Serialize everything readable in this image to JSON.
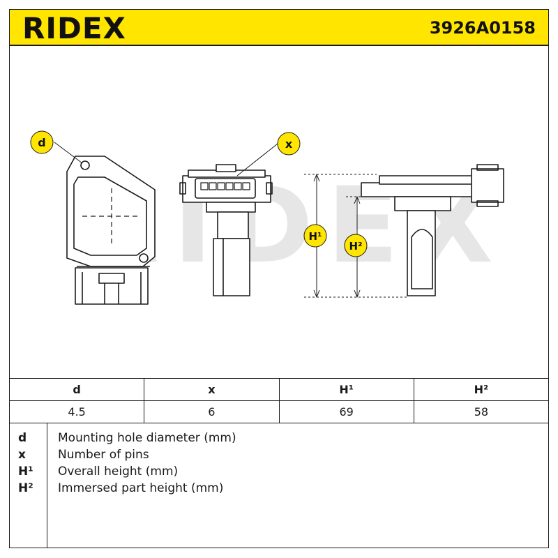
{
  "header": {
    "brand": "RIDEX",
    "part_number": "3926A0158"
  },
  "colors": {
    "brand_yellow": "#ffe500",
    "ink": "#1a1a1a",
    "watermark": "#e6e6e6"
  },
  "watermark": "RIDEX",
  "callouts": {
    "d": "d",
    "x": "x",
    "h1": "H¹",
    "h2": "H²"
  },
  "spec_table": {
    "headers": [
      "d",
      "x",
      "H¹",
      "H²"
    ],
    "values": [
      "4.5",
      "6",
      "69",
      "58"
    ]
  },
  "legend": [
    {
      "key": "d",
      "desc": "Mounting hole diameter (mm)"
    },
    {
      "key": "x",
      "desc": "Number of pins"
    },
    {
      "key": "H¹",
      "desc": "Overall height (mm)"
    },
    {
      "key": "H²",
      "desc": "Immersed part height (mm)"
    }
  ]
}
